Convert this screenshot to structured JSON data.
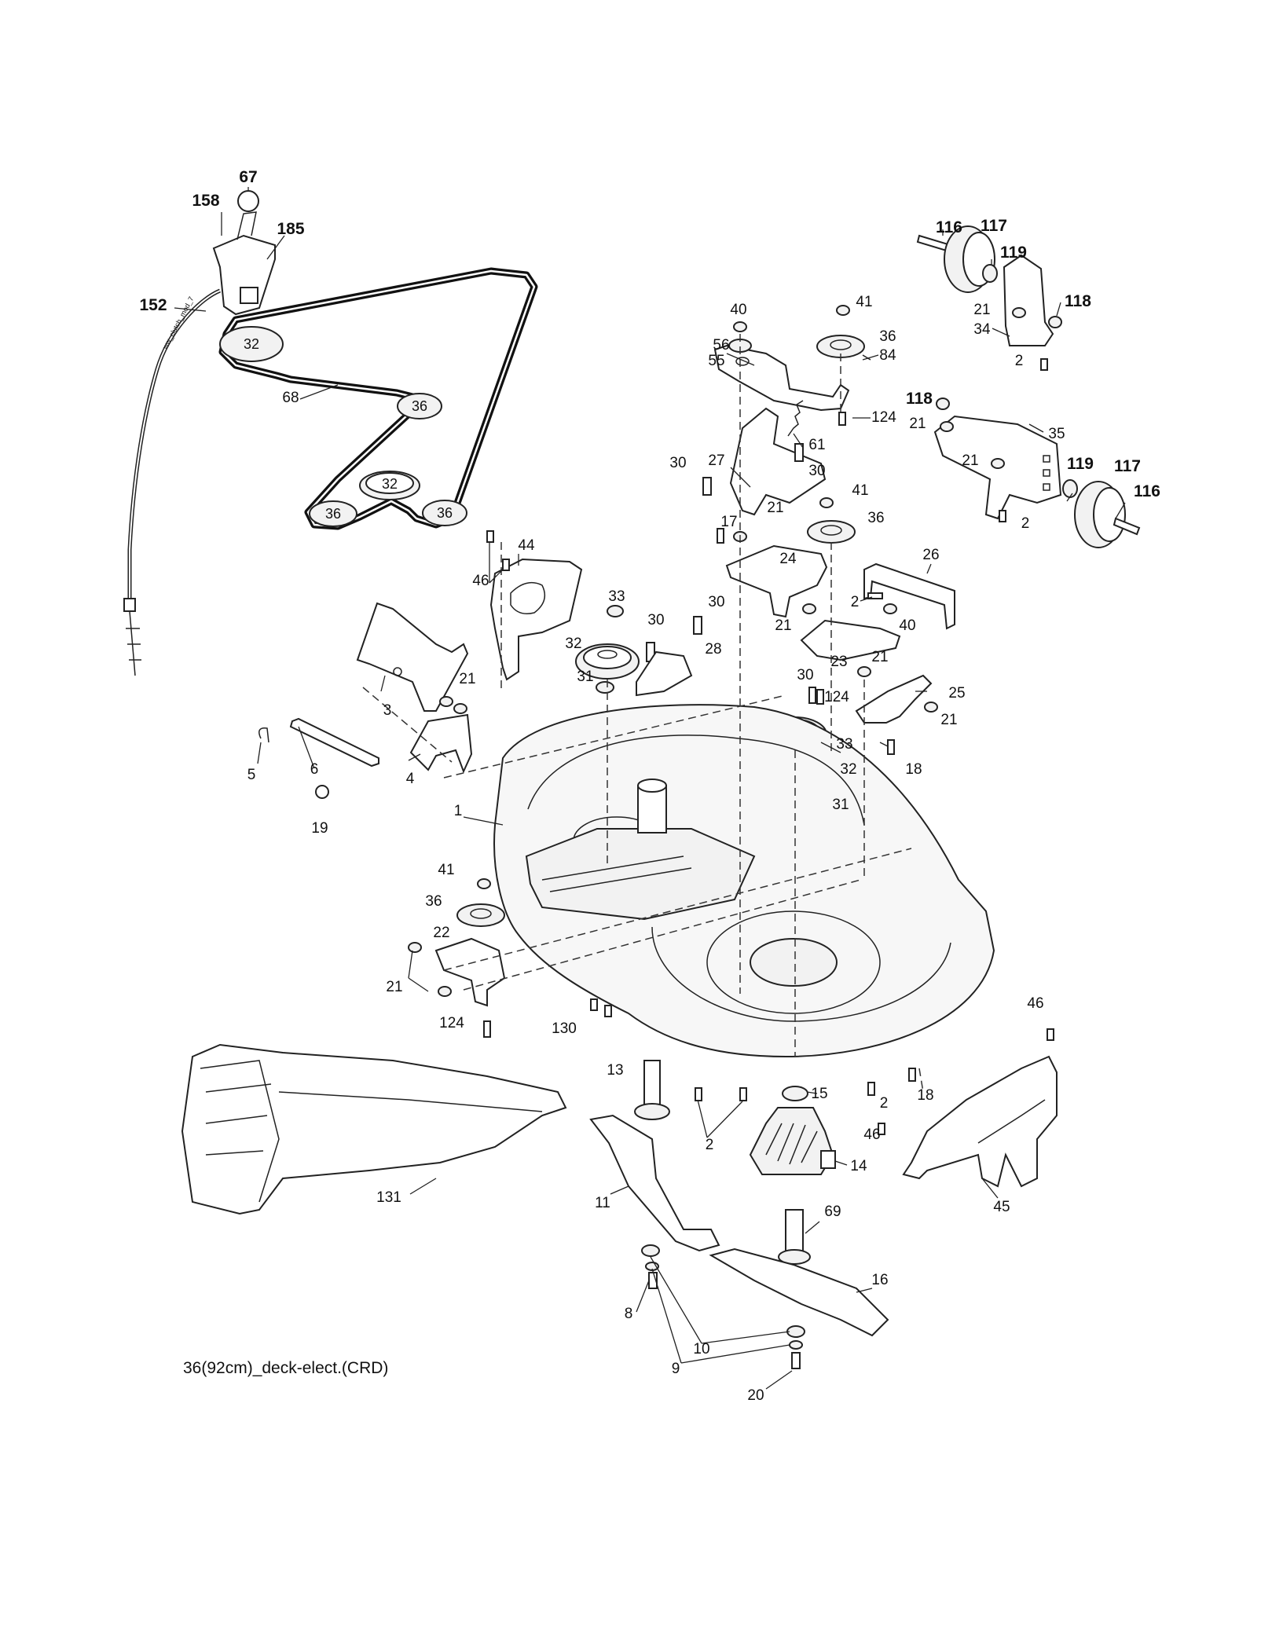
{
  "caption": "36(92cm)_deck-elect.(CRD)",
  "cable_text": "ww_clutch_mod_7",
  "belt_pulley_labels": [
    "32",
    "36",
    "32",
    "36",
    "36"
  ],
  "callouts": [
    {
      "text": "67",
      "bold": true
    },
    {
      "text": "158",
      "bold": true
    },
    {
      "text": "185",
      "bold": true
    },
    {
      "text": "152",
      "bold": true
    },
    {
      "text": "68",
      "bold": false
    },
    {
      "text": "116",
      "bold": true
    },
    {
      "text": "117",
      "bold": true
    },
    {
      "text": "119",
      "bold": true
    },
    {
      "text": "118",
      "bold": true
    },
    {
      "text": "21",
      "bold": false
    },
    {
      "text": "34",
      "bold": false
    },
    {
      "text": "2",
      "bold": false
    },
    {
      "text": "40",
      "bold": false
    },
    {
      "text": "41",
      "bold": false
    },
    {
      "text": "56",
      "bold": false
    },
    {
      "text": "36",
      "bold": false
    },
    {
      "text": "84",
      "bold": false
    },
    {
      "text": "55",
      "bold": false
    },
    {
      "text": "124",
      "bold": false
    },
    {
      "text": "118",
      "bold": true
    },
    {
      "text": "21",
      "bold": false
    },
    {
      "text": "35",
      "bold": false
    },
    {
      "text": "21",
      "bold": false
    },
    {
      "text": "119",
      "bold": true
    },
    {
      "text": "117",
      "bold": true
    },
    {
      "text": "116",
      "bold": true
    },
    {
      "text": "2",
      "bold": false
    },
    {
      "text": "61",
      "bold": false
    },
    {
      "text": "30",
      "bold": false
    },
    {
      "text": "27",
      "bold": false
    },
    {
      "text": "30",
      "bold": false
    },
    {
      "text": "41",
      "bold": false
    },
    {
      "text": "21",
      "bold": false
    },
    {
      "text": "17",
      "bold": false
    },
    {
      "text": "36",
      "bold": false
    },
    {
      "text": "24",
      "bold": false
    },
    {
      "text": "26",
      "bold": false
    },
    {
      "text": "46",
      "bold": false
    },
    {
      "text": "44",
      "bold": false
    },
    {
      "text": "33",
      "bold": false
    },
    {
      "text": "30",
      "bold": false
    },
    {
      "text": "30",
      "bold": false
    },
    {
      "text": "2",
      "bold": false
    },
    {
      "text": "21",
      "bold": false
    },
    {
      "text": "40",
      "bold": false
    },
    {
      "text": "32",
      "bold": false
    },
    {
      "text": "28",
      "bold": false
    },
    {
      "text": "23",
      "bold": false
    },
    {
      "text": "21",
      "bold": false
    },
    {
      "text": "31",
      "bold": false
    },
    {
      "text": "30",
      "bold": false
    },
    {
      "text": "124",
      "bold": false
    },
    {
      "text": "25",
      "bold": false
    },
    {
      "text": "21",
      "bold": false
    },
    {
      "text": "21",
      "bold": false
    },
    {
      "text": "3",
      "bold": false
    },
    {
      "text": "33",
      "bold": false
    },
    {
      "text": "5",
      "bold": false
    },
    {
      "text": "6",
      "bold": false
    },
    {
      "text": "4",
      "bold": false
    },
    {
      "text": "32",
      "bold": false
    },
    {
      "text": "18",
      "bold": false
    },
    {
      "text": "31",
      "bold": false
    },
    {
      "text": "1",
      "bold": false
    },
    {
      "text": "19",
      "bold": false
    },
    {
      "text": "41",
      "bold": false
    },
    {
      "text": "36",
      "bold": false
    },
    {
      "text": "22",
      "bold": false
    },
    {
      "text": "21",
      "bold": false
    },
    {
      "text": "124",
      "bold": false
    },
    {
      "text": "130",
      "bold": false
    },
    {
      "text": "46",
      "bold": false
    },
    {
      "text": "13",
      "bold": false
    },
    {
      "text": "15",
      "bold": false
    },
    {
      "text": "2",
      "bold": false
    },
    {
      "text": "18",
      "bold": false
    },
    {
      "text": "2",
      "bold": false
    },
    {
      "text": "46",
      "bold": false
    },
    {
      "text": "14",
      "bold": false
    },
    {
      "text": "45",
      "bold": false
    },
    {
      "text": "131",
      "bold": false
    },
    {
      "text": "11",
      "bold": false
    },
    {
      "text": "69",
      "bold": false
    },
    {
      "text": "16",
      "bold": false
    },
    {
      "text": "8",
      "bold": false
    },
    {
      "text": "10",
      "bold": false
    },
    {
      "text": "9",
      "bold": false
    },
    {
      "text": "20",
      "bold": false
    }
  ]
}
